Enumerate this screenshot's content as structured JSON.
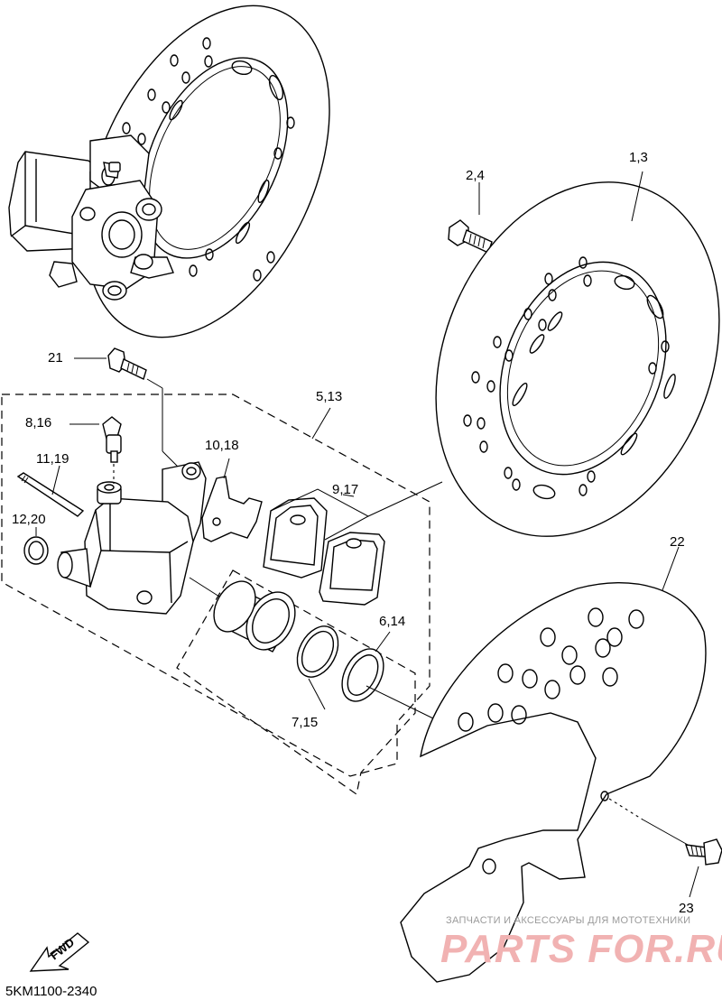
{
  "diagram": {
    "diagram_code": "5KM1100-2340",
    "fwd_label": "FWD",
    "part_labels": {
      "p1_3": "1,3",
      "p2_4": "2,4",
      "p21": "21",
      "p5_13": "5,13",
      "p8_16": "8,16",
      "p10_18": "10,18",
      "p11_19": "11,19",
      "p9_17": "9,17",
      "p12_20": "12,20",
      "p6_14": "6,14",
      "p7_15": "7,15",
      "p22": "22",
      "p23": "23"
    }
  },
  "watermark": {
    "caption": "ЗАПЧАСТИ И АКСЕССУАРЫ ДЛЯ МОТОТЕХНИКИ",
    "logo": "PARTS FOR.RU"
  }
}
